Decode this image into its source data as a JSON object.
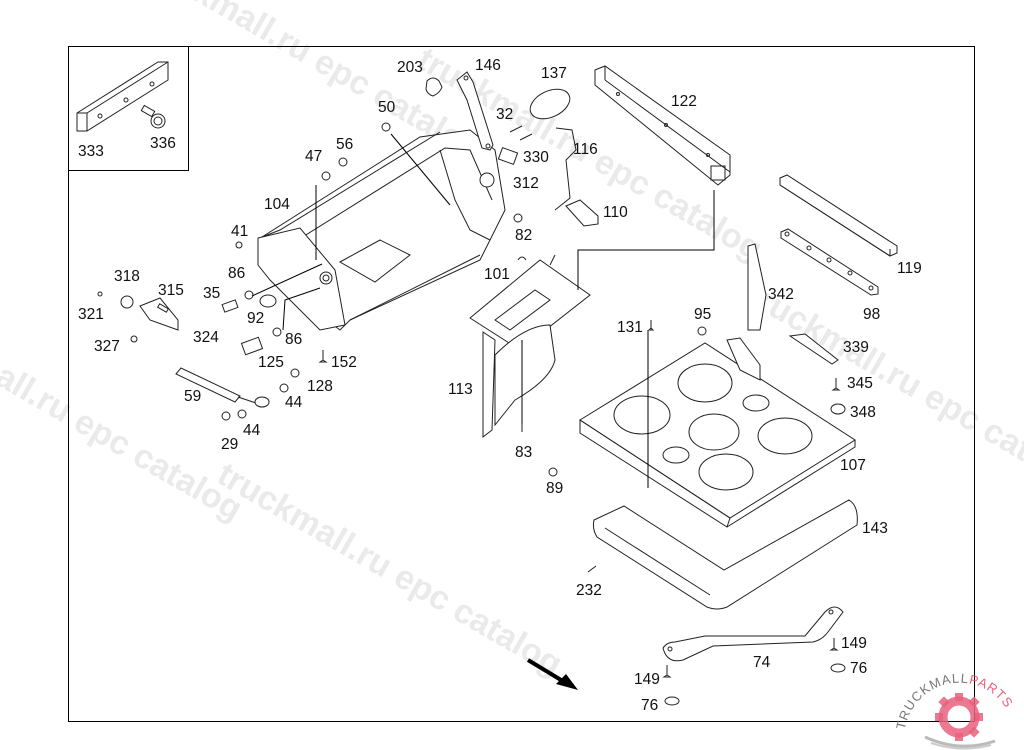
{
  "diagram": {
    "title": "Seat frame assembly exploded view",
    "inset_labels": [
      "333",
      "336"
    ],
    "callouts": [
      {
        "id": "c333",
        "text": "333"
      },
      {
        "id": "c336",
        "text": "336"
      },
      {
        "id": "c203",
        "text": "203"
      },
      {
        "id": "c146",
        "text": "146"
      },
      {
        "id": "c137",
        "text": "137"
      },
      {
        "id": "c122",
        "text": "122"
      },
      {
        "id": "c50",
        "text": "50"
      },
      {
        "id": "c32",
        "text": "32"
      },
      {
        "id": "c56",
        "text": "56"
      },
      {
        "id": "c47",
        "text": "47"
      },
      {
        "id": "c330",
        "text": "330"
      },
      {
        "id": "c116",
        "text": "116"
      },
      {
        "id": "c312",
        "text": "312"
      },
      {
        "id": "c104",
        "text": "104"
      },
      {
        "id": "c82",
        "text": "82"
      },
      {
        "id": "c110",
        "text": "110"
      },
      {
        "id": "c41",
        "text": "41"
      },
      {
        "id": "c101",
        "text": "101"
      },
      {
        "id": "c86a",
        "text": "86"
      },
      {
        "id": "c318",
        "text": "318"
      },
      {
        "id": "c315",
        "text": "315"
      },
      {
        "id": "c35",
        "text": "35"
      },
      {
        "id": "c92",
        "text": "92"
      },
      {
        "id": "c321",
        "text": "321"
      },
      {
        "id": "c86b",
        "text": "86"
      },
      {
        "id": "c324",
        "text": "324"
      },
      {
        "id": "c327",
        "text": "327"
      },
      {
        "id": "c125",
        "text": "125"
      },
      {
        "id": "c152",
        "text": "152"
      },
      {
        "id": "c128",
        "text": "128"
      },
      {
        "id": "c59",
        "text": "59"
      },
      {
        "id": "c44a",
        "text": "44"
      },
      {
        "id": "c44b",
        "text": "44"
      },
      {
        "id": "c29",
        "text": "29"
      },
      {
        "id": "c113",
        "text": "113"
      },
      {
        "id": "c83",
        "text": "83"
      },
      {
        "id": "c89",
        "text": "89"
      },
      {
        "id": "c119",
        "text": "119"
      },
      {
        "id": "c342",
        "text": "342"
      },
      {
        "id": "c98",
        "text": "98"
      },
      {
        "id": "c131",
        "text": "131"
      },
      {
        "id": "c95",
        "text": "95"
      },
      {
        "id": "c339",
        "text": "339"
      },
      {
        "id": "c345",
        "text": "345"
      },
      {
        "id": "c348",
        "text": "348"
      },
      {
        "id": "c107",
        "text": "107"
      },
      {
        "id": "c143",
        "text": "143"
      },
      {
        "id": "c232",
        "text": "232"
      },
      {
        "id": "c149a",
        "text": "149"
      },
      {
        "id": "c76a",
        "text": "76"
      },
      {
        "id": "c74",
        "text": "74"
      },
      {
        "id": "c149b",
        "text": "149"
      },
      {
        "id": "c76b",
        "text": "76"
      }
    ]
  },
  "watermarks": [
    "truckmall.ru epc catalog",
    "truckmall.ru epc catalog",
    "truckmall.ru epc catalog",
    "truckmall.ru epc catalog",
    "truckmall.ru epc catalog"
  ],
  "logo": {
    "text_dark": "TRUCKMALL",
    "text_accent": "PARTS",
    "accent_color": "#e8627e",
    "dark_color": "#7a7a7a"
  },
  "direction_arrow": "arrow-southeast-icon"
}
